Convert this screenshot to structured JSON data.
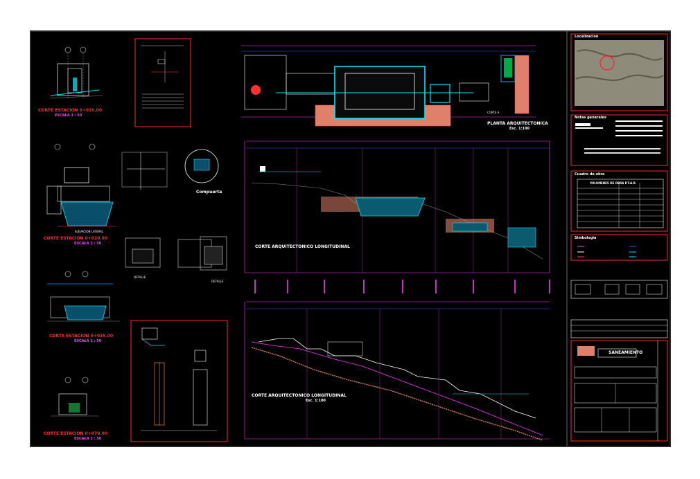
{
  "drawing": {
    "station_labels": [
      {
        "title": "CORTE ESTACION 0+010.00",
        "scale": "ESCALA 1 : 50"
      },
      {
        "title": "CORTE ESTACION 0+020.00",
        "scale": "ESCALA 1 : 50"
      },
      {
        "title": "CORTE ESTACION 0+035.00",
        "scale": "ESCALA 1 : 50"
      },
      {
        "title": "CORTE ESTACION 0+070.00",
        "scale": "ESCALA 1 : 50"
      }
    ],
    "plan_title": "PLANTA ARQUITECTONICA",
    "plan_scale": "Esc. 1:100",
    "section_top_title": "CORTE ARQUITECTONICO LONGITUDINAL",
    "section_bottom_title": "CORTE ARQUITECTONICO LONGITUDINAL",
    "section_bottom_scale": "Esc. 1:100",
    "detail_title": "Compuerta"
  },
  "side_panel": {
    "location_header": "Localizacion",
    "general_notes_header": "Notas generales",
    "volume_header": "Cuadro de obra",
    "volume_table_title": "VOLUMENES DE OBRA P.T.A.R.",
    "legend_header": "Simbologia",
    "title_block_company": "SANEAMIENTO"
  },
  "colors": {
    "sheet": "#000000",
    "frame": "#ff2a2a",
    "grid": "#cc33cc",
    "water": "#00e5ff",
    "concrete": "#e0806a"
  }
}
